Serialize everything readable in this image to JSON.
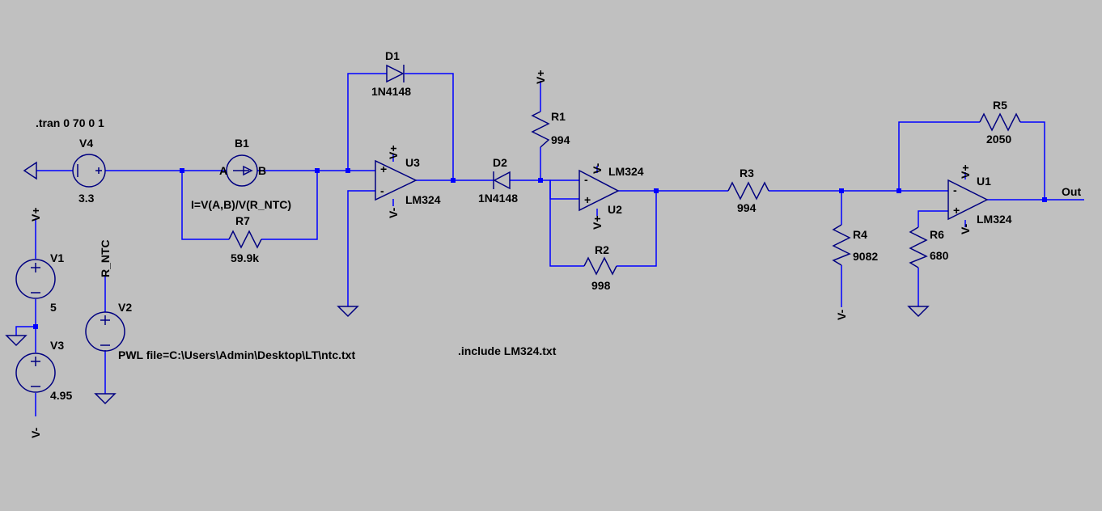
{
  "colors": {
    "background": "#c0c0c0",
    "wire": "#0000ff",
    "component": "#000080",
    "text": "#000000"
  },
  "directives": {
    "tran": ".tran 0 70 0 1",
    "include": ".include LM324.txt"
  },
  "components": {
    "V4": {
      "name": "V4",
      "value": "3.3"
    },
    "B1": {
      "name": "B1",
      "expr": "I=V(A,B)/V(R_NTC)",
      "pin_a": "A",
      "pin_b": "B"
    },
    "R7": {
      "name": "R7",
      "value": "59.9k"
    },
    "D1": {
      "name": "D1",
      "value": "1N4148"
    },
    "D2": {
      "name": "D2",
      "value": "1N4148"
    },
    "U3": {
      "name": "U3",
      "model": "LM324"
    },
    "U2": {
      "name": "U2",
      "model": "LM324"
    },
    "U1": {
      "name": "U1",
      "model": "LM324"
    },
    "R1": {
      "name": "R1",
      "value": "994"
    },
    "R2": {
      "name": "R2",
      "value": "998"
    },
    "R3": {
      "name": "R3",
      "value": "994"
    },
    "R4": {
      "name": "R4",
      "value": "9082"
    },
    "R5": {
      "name": "R5",
      "value": "2050"
    },
    "R6": {
      "name": "R6",
      "value": "680"
    },
    "V1": {
      "name": "V1",
      "value": "5"
    },
    "V3": {
      "name": "V3",
      "value": "4.95"
    },
    "V2": {
      "name": "V2",
      "value": "PWL file=C:\\Users\\Admin\\Desktop\\LT\\ntc.txt"
    }
  },
  "nets": {
    "vplus": "V+",
    "vminus": "V-",
    "rntc": "R_NTC",
    "out": "Out"
  },
  "pins": {
    "plus": "+",
    "minus": "-"
  }
}
